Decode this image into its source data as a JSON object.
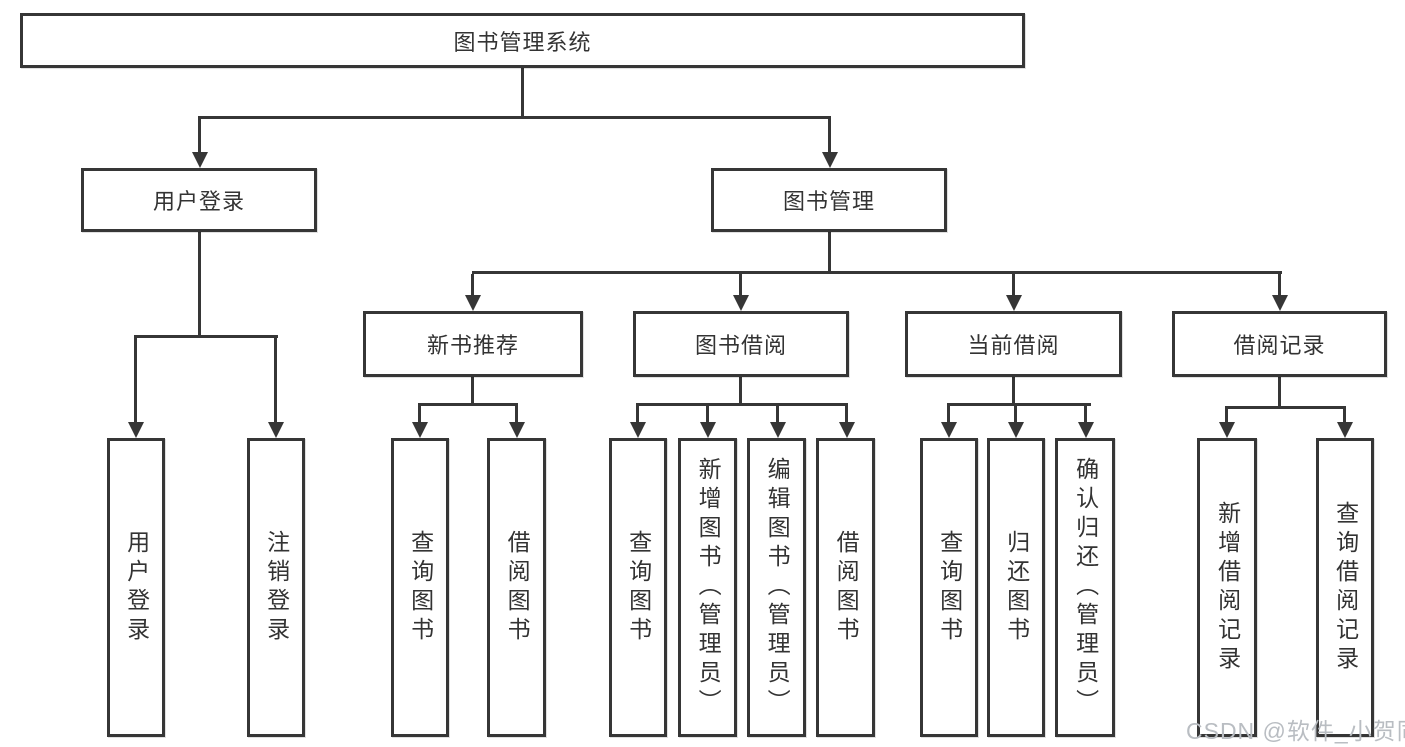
{
  "diagram": {
    "root": "图书管理系统",
    "level2": {
      "user_login": "用户登录",
      "book_mgmt": "图书管理"
    },
    "level3": {
      "new_books": "新书推荐",
      "borrow": "图书借阅",
      "current": "当前借阅",
      "records": "借阅记录"
    },
    "leaves": {
      "user_login": "用户登录",
      "logout": "注销登录",
      "query_books_new": "查询图书",
      "borrow_books_new": "借阅图书",
      "query_books_borrow": "查询图书",
      "add_books": "新增图书（管理员）",
      "edit_books": "编辑图书（管理员）",
      "borrow_books_borrow": "借阅图书",
      "query_books_current": "查询图书",
      "return_books": "归还图书",
      "confirm_return": "确认归还（管理员）",
      "add_borrow_record": "新增借阅记录",
      "query_borrow_record": "查询借阅记录"
    }
  },
  "watermark": "CSDN @软件_小贺同学",
  "colors": {
    "line": "#363636",
    "text": "#333333",
    "watermark": "#b9bdc2",
    "background": "#ffffff"
  }
}
